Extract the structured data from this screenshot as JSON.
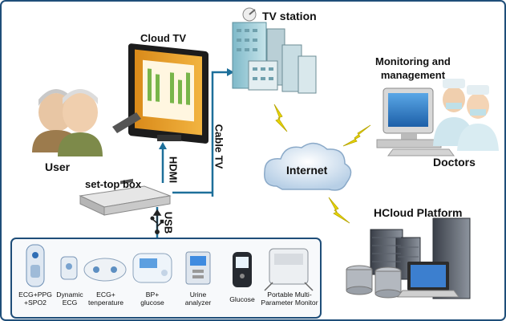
{
  "labels": {
    "tv_station": "TV station",
    "cloud_tv": "Cloud TV",
    "monitoring": "Monitoring and\nmanagement",
    "user": "User",
    "cable_tv": "Cable TV",
    "internet": "Internet",
    "doctors": "Doctors",
    "set_top_box": "set-top box",
    "hdmi": "HDMI",
    "usb": "USB",
    "hcloud": "HCloud Platform"
  },
  "devices": [
    {
      "label": "ECG+PPG\n+SPO2",
      "icon": "ecg-ppg-device-icon"
    },
    {
      "label": "Dynamic\nECG",
      "icon": "dynamic-ecg-device-icon"
    },
    {
      "label": "ECG+\ntenperature",
      "icon": "ecg-temperature-device-icon"
    },
    {
      "label": "BP+\nglucose",
      "icon": "bp-glucose-device-icon"
    },
    {
      "label": "Urine\nanalyzer",
      "icon": "urine-analyzer-icon"
    },
    {
      "label": "Glucose",
      "icon": "glucose-meter-icon"
    },
    {
      "label": "Portable Multi-\nParameter Monitor",
      "icon": "multi-parameter-monitor-icon"
    }
  ],
  "colors": {
    "frame_border": "#1f4e79",
    "connector": "#1d6f9a",
    "lightning": "#e8d400",
    "cloud": "#c9dcef"
  }
}
